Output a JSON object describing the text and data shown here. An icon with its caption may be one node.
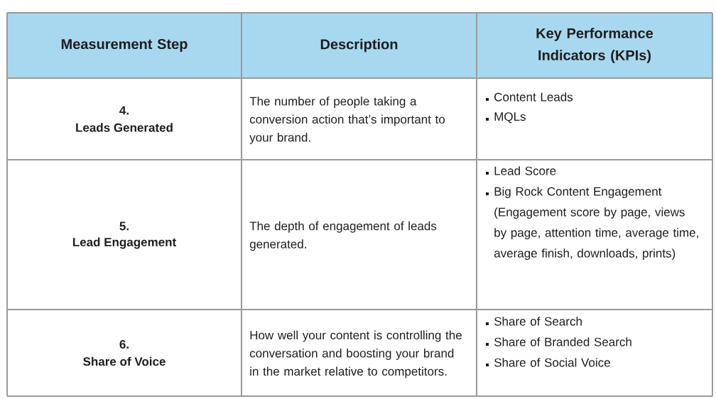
{
  "diagram": {
    "labels": [
      "Measurement Step",
      "Description",
      "Key Performance Indicators (KPIs)",
      "4.",
      "Leads Generated",
      "The number of people taking a conversion action that’s important to your brand.",
      "Content Leads",
      "MQLs",
      "5.",
      "Lead Engagement",
      "The depth of engagement of leads generated.",
      "Lead Score",
      "Big Rock Content Engagement (Engagement score by page, views by page, attention time, average time, average finish, downloads, prints)",
      "6.",
      "Share of Voice",
      "How well your content is controlling the conversation and boosting your brand in the market relative to competitors.",
      "Share of Search",
      "Share of Branded Search",
      "Share of Social Voice"
    ]
  }
}
